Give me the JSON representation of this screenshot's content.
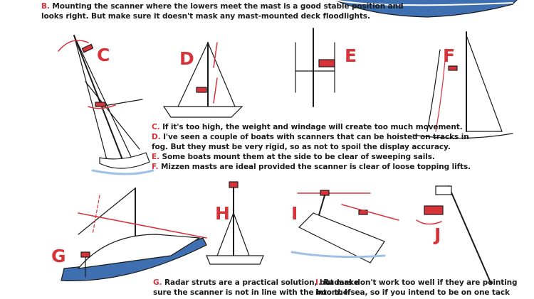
{
  "captions": {
    "B": {
      "letter": "B.",
      "lines": [
        "Mounting the scanner where the lowers meet the mast is a good stable position and",
        "looks right. But make sure it doesn't mask any mast-mounted deck floodlights."
      ]
    },
    "CF": [
      {
        "letter": "C.",
        "text": "If it's too high, the weight and windage will create too much movement."
      },
      {
        "letter": "D.",
        "text": "I've seen a couple of boats with scanners that can be hoisted on tracks in"
      },
      {
        "letter": "",
        "text": "fog. But they must be very rigid, so as not to spoil the display accuracy."
      },
      {
        "letter": "E.",
        "text": "Some boats mount them at the side to be clear of sweeping sails."
      },
      {
        "letter": "F.",
        "text": "Mizzen masts are ideal provided the scanner is clear of loose topping lifts."
      }
    ],
    "G": {
      "letter": "G.",
      "lines": [
        "Radar struts are a practical solution, but make",
        "sure the scanner is not in line with the boom. If"
      ]
    },
    "I": {
      "letter": "I.",
      "lines": [
        "Radars don't work too well if they are pointing",
        "into the sea, so if you intend to be on one tack"
      ]
    }
  },
  "labels": {
    "C": "C",
    "D": "D",
    "E": "E",
    "F": "F",
    "G": "G",
    "H": "H",
    "I": "I",
    "J": "J"
  },
  "colors": {
    "accent": "#d9333a",
    "ink": "#1a1a1a",
    "hull_blue": "#3e6fb0",
    "water": "#cfe0f2"
  }
}
